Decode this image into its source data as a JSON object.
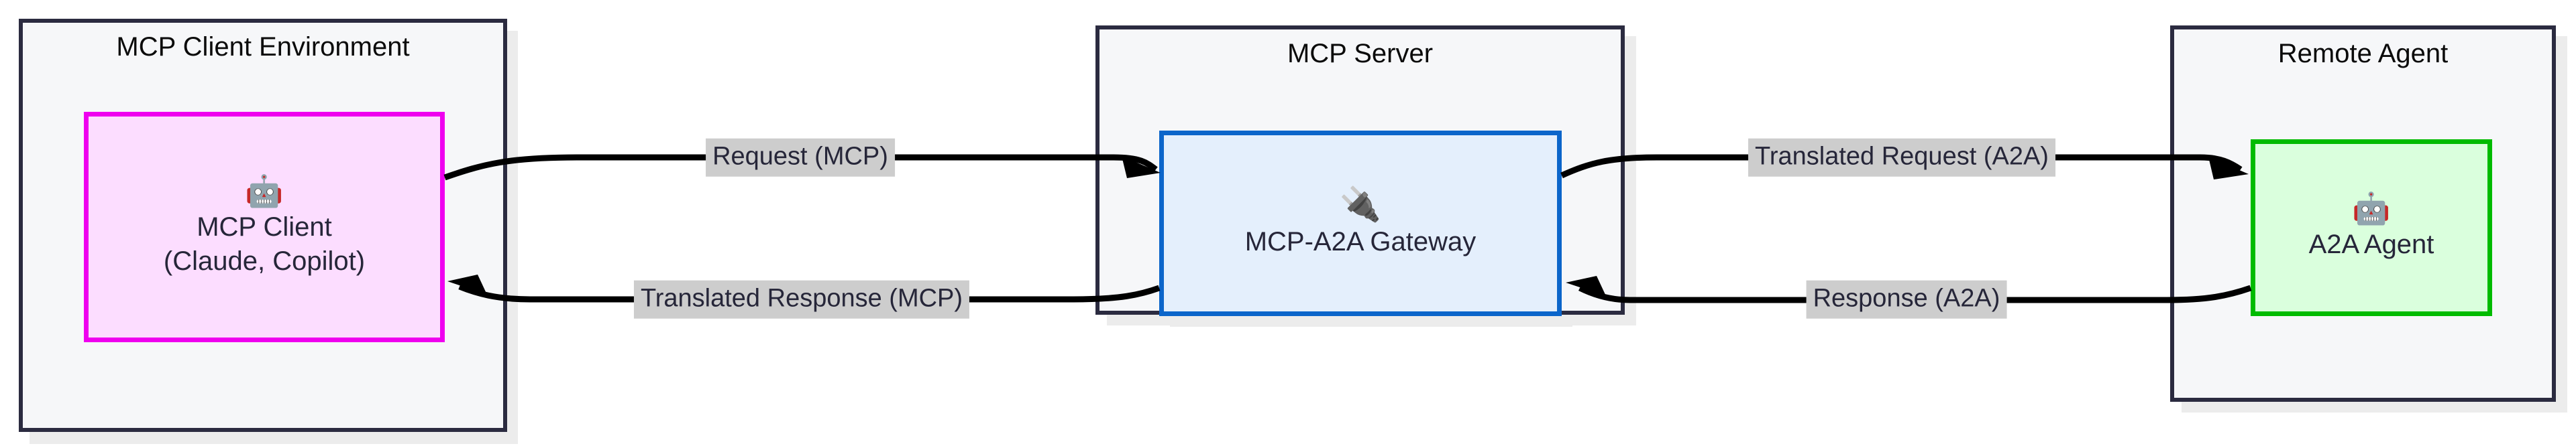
{
  "diagram": {
    "type": "flowchart",
    "background": "#ffffff",
    "clusters": [
      {
        "id": "mcp-client-environment",
        "title": "MCP Client Environment",
        "border_color": "#2b2b40",
        "fill_color": "#f6f7f9"
      },
      {
        "id": "mcp-server",
        "title": "MCP Server",
        "border_color": "#2b2b40",
        "fill_color": "#f6f7f9"
      },
      {
        "id": "remote-agent",
        "title": "Remote Agent",
        "border_color": "#2b2b40",
        "fill_color": "#f6f7f9"
      }
    ],
    "nodes": [
      {
        "id": "mcp-client",
        "icon": "robot-icon",
        "icon_glyph": "🤖",
        "label_line1": "MCP Client",
        "label_line2": "(Claude, Copilot)",
        "border_color": "#ef00ef",
        "fill_color": "#fcddff",
        "text_color": "#262639"
      },
      {
        "id": "mcp-a2a-gateway",
        "icon": "plug-icon",
        "icon_glyph": "🔌",
        "label_line1": "MCP-A2A Gateway",
        "label_line2": "",
        "border_color": "#0b65ca",
        "fill_color": "#e4effc",
        "text_color": "#262639"
      },
      {
        "id": "a2a-agent",
        "icon": "robot-icon",
        "icon_glyph": "🤖",
        "label_line1": "A2A Agent",
        "label_line2": "",
        "border_color": "#00bb00",
        "fill_color": "#daffdd",
        "text_color": "#262639"
      }
    ],
    "edges": [
      {
        "id": "edge-request-mcp",
        "label": "Request (MCP)",
        "from": "mcp-client",
        "to": "mcp-a2a-gateway",
        "direction": "right",
        "label_bg": "#cdcdcd"
      },
      {
        "id": "edge-translated-request-a2a",
        "label": "Translated Request (A2A)",
        "from": "mcp-a2a-gateway",
        "to": "a2a-agent",
        "direction": "right",
        "label_bg": "#cdcdcd"
      },
      {
        "id": "edge-response-a2a",
        "label": "Response (A2A)",
        "from": "a2a-agent",
        "to": "mcp-a2a-gateway",
        "direction": "left",
        "label_bg": "#cdcdcd"
      },
      {
        "id": "edge-translated-response-mcp",
        "label": "Translated Response (MCP)",
        "from": "mcp-a2a-gateway",
        "to": "mcp-client",
        "direction": "left",
        "label_bg": "#cdcdcd"
      }
    ]
  }
}
